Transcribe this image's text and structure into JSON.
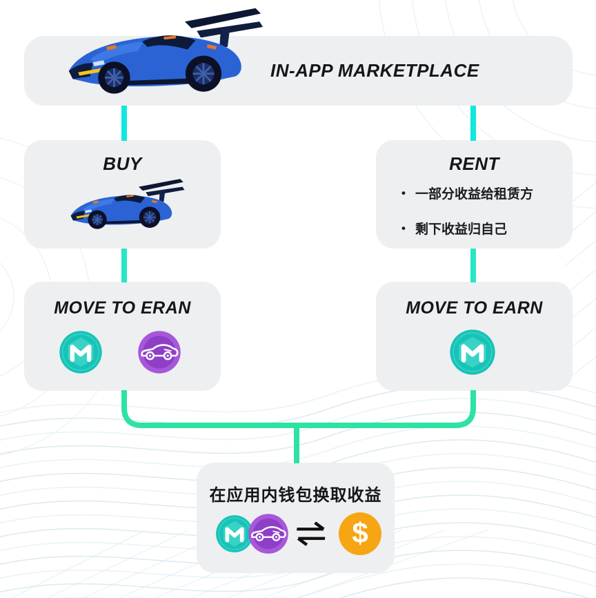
{
  "marketplace": {
    "title": "IN-APP MARKETPLACE",
    "image": "blue-race-car"
  },
  "buy": {
    "title": "BUY",
    "image": "blue-race-car"
  },
  "rent": {
    "title": "RENT",
    "bullet_glyph": "•",
    "bullets": [
      "一部分收益给租赁方",
      "剩下收益归自己"
    ]
  },
  "move_to_eran": {
    "title": "MOVE TO ERAN",
    "icons": [
      "m-coin",
      "car-coin"
    ]
  },
  "move_to_earn": {
    "title": "MOVE TO EARN",
    "icons": [
      "m-coin"
    ]
  },
  "wallet": {
    "title": "在应用内钱包换取收益",
    "icons": [
      "m-coin",
      "car-coin",
      "exchange-arrows",
      "dollar-coin"
    ],
    "dollar_glyph": "$"
  },
  "colors": {
    "panel_bg": "#eeeff1",
    "text": "#15161a",
    "connector_cyan": "#12e7df",
    "connector_turquoise": "#27e6c6",
    "connector_green": "#2ee2a2",
    "coin_teal": "#17c3b7",
    "coin_purple": "#a757da",
    "coin_orange": "#f6a513",
    "wave_line": "#d7e7ee"
  }
}
